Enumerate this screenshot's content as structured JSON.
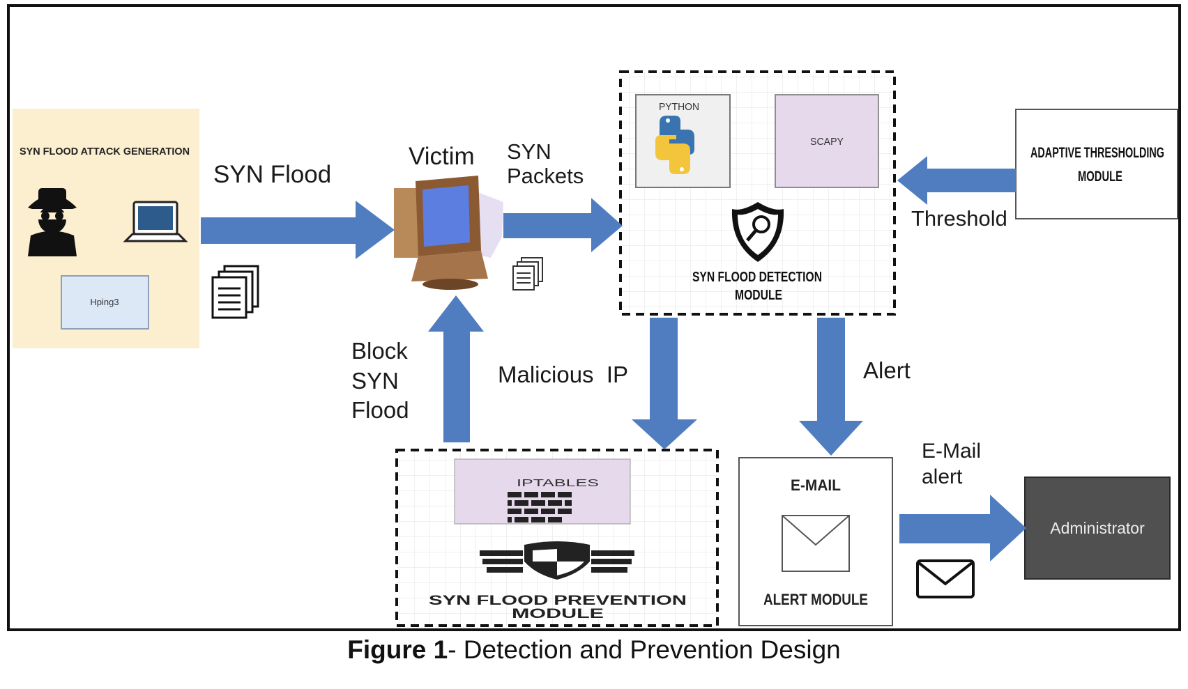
{
  "diagram": {
    "attack_module": {
      "title": "SYN FLOOD ATTACK GENERATION",
      "tool_label": "Hping3"
    },
    "victim_label": "Victim",
    "edges": {
      "syn_flood": "SYN Flood",
      "syn_packets_line1": "SYN",
      "syn_packets_line2": "Packets",
      "threshold": "Threshold",
      "block_line1": "Block",
      "block_line2": "SYN",
      "block_line3": "Flood",
      "malicious_ip": "Malicious  IP",
      "alert": "Alert",
      "email_alert_line1": "E-Mail",
      "email_alert_line2": "alert"
    },
    "detection_module": {
      "python_label": "PYTHON",
      "scapy_label": "SCAPY",
      "title_line1": "SYN FLOOD DETECTION",
      "title_line2": "MODULE"
    },
    "adaptive_module": {
      "title_line1": "ADAPTIVE THRESHOLDING",
      "title_line2": "MODULE"
    },
    "prevention_module": {
      "iptables_label": "IPTABLES",
      "title_line1": "SYN FLOOD PREVENTION",
      "title_line2": "MODULE"
    },
    "alert_module": {
      "email_label": "E-MAIL",
      "title": "ALERT MODULE"
    },
    "administrator_label": "Administrator",
    "colors": {
      "arrow": "#4f7dc0",
      "attack_bg": "#fbefcf",
      "tool_bg": "#dde8f7",
      "lavender": "#e6d9ec",
      "admin_bg": "#505050"
    }
  },
  "caption": {
    "bold": "Figure 1",
    "rest": "- Detection and Prevention Design"
  }
}
